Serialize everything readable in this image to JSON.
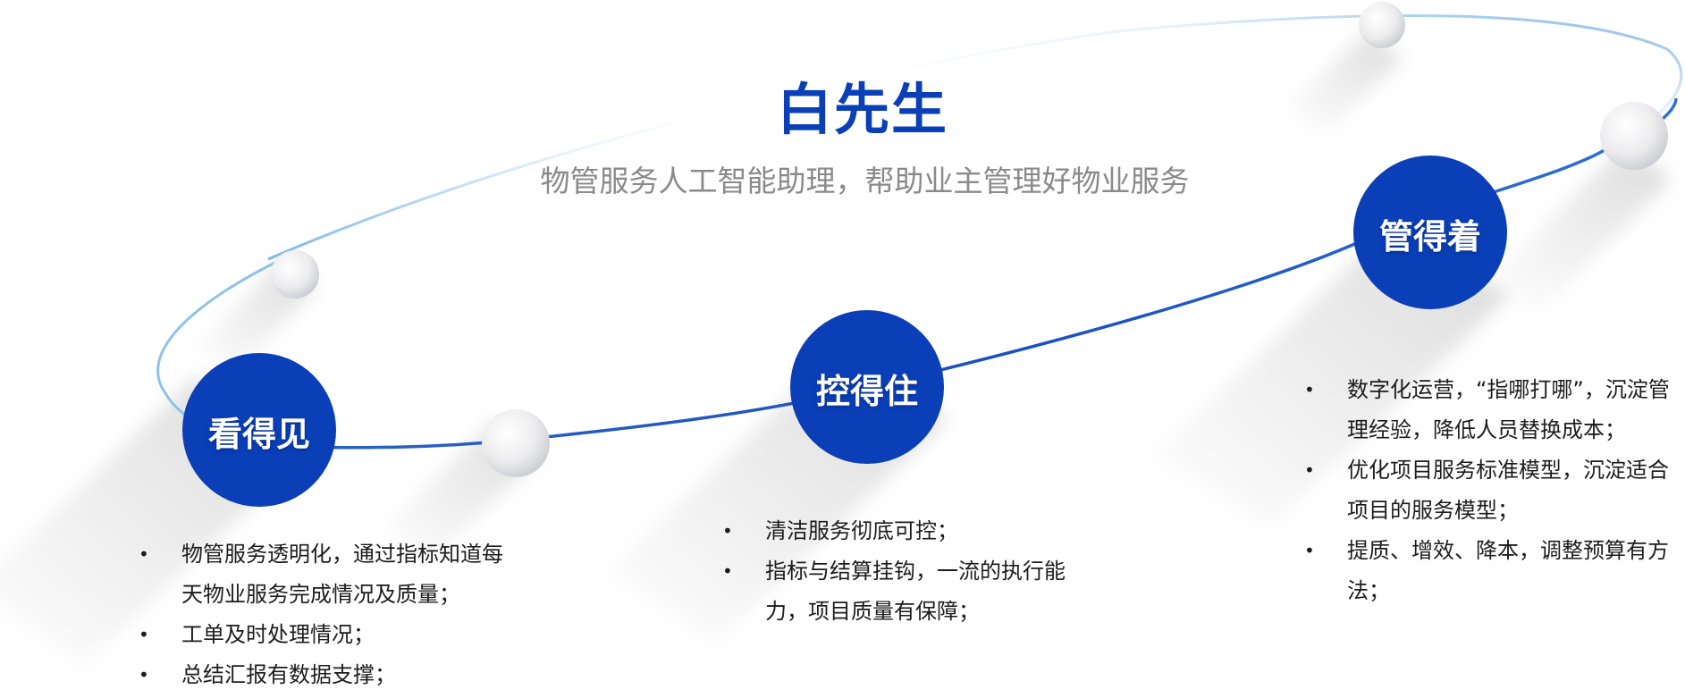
{
  "title": "白先生",
  "subtitle": "物管服务人工智能助理，帮助业主管理好物业服务",
  "colors": {
    "primary": "#0a3fb8",
    "track_light": "#b9d9f2",
    "sphere": "#e6e7ea"
  },
  "nodes": [
    {
      "label": "看得见",
      "bullets": [
        "物管服务透明化，通过指标知道每天物业服务完成情况及质量；",
        "工单及时处理情况；",
        "总结汇报有数据支撑；"
      ]
    },
    {
      "label": "控得住",
      "bullets": [
        "清洁服务彻底可控；",
        "指标与结算挂钩，一流的执行能力，项目质量有保障；"
      ]
    },
    {
      "label": "管得着",
      "bullets": [
        "数字化运营，“指哪打哪”，沉淀管理经验，降低人员替换成本；",
        "优化项目服务标准模型，沉淀适合项目的服务模型；",
        "提质、增效、降本，调整预算有方法；"
      ]
    }
  ]
}
